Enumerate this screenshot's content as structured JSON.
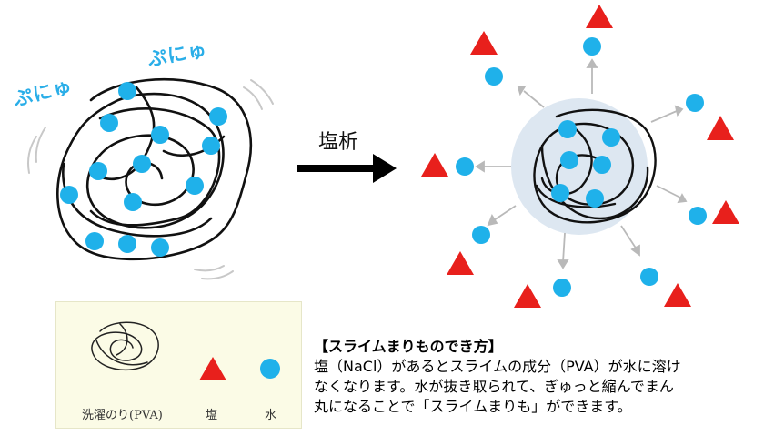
{
  "left_sound_effects": [
    "ぷにゅ",
    "ぷにゅ"
  ],
  "arrow_label": "塩析",
  "legend": {
    "pva_label": "洗濯のり(PVA)",
    "salt_label": "塩",
    "water_label": "水"
  },
  "description": {
    "title": "【スライムまりものでき方】",
    "lines": [
      "塩（NaCl）があるとスライムの成分（PVA）が水に溶け",
      "なくなります。水が抜き取られて、ぎゅっと縮んでまん",
      "丸になることで「スライムまりも」ができます。"
    ]
  },
  "colors": {
    "water_blue": "#1fb1ea",
    "salt_red": "#e8201c",
    "strand": "#111111",
    "halo": "#dde7f1",
    "arrow_gray": "#bdbdbd",
    "legend_bg": "#fbfbe6",
    "sound_text": "#2aaee8"
  }
}
